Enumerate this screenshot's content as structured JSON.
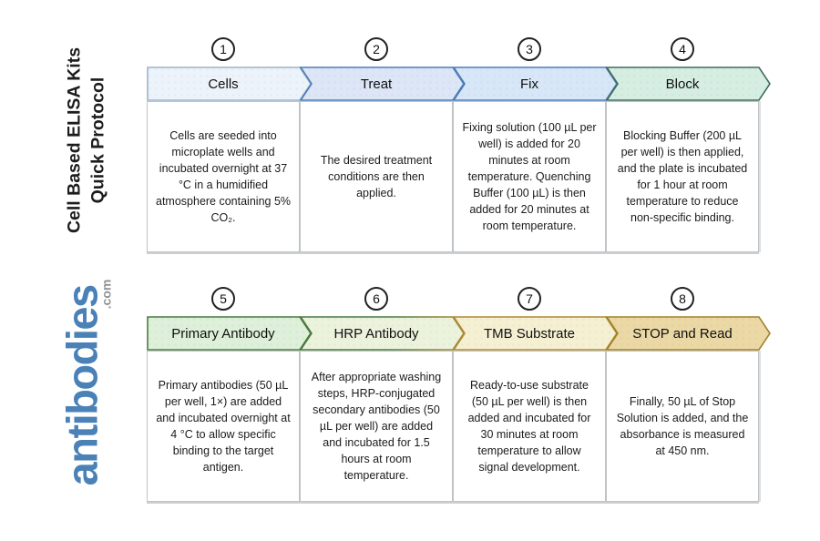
{
  "sidebar": {
    "title_line1": "Cell Based ELISA Kits",
    "title_line2": "Quick Protocol",
    "logo_text": "antibodies",
    "logo_suffix": ".com",
    "logo_color": "#4a81b6",
    "logo_suffix_color": "#8f9396",
    "title_color": "#1d1d1d"
  },
  "steps": [
    {
      "number": "1",
      "label": "Cells",
      "description": "Cells are seeded into microplate wells and incubated overnight at 37 °C in a humidified atmosphere containing 5% CO₂.",
      "fill": "#edf3fa",
      "border": "#9db3cc"
    },
    {
      "number": "2",
      "label": "Treat",
      "description": "The desired treatment conditions are then applied.",
      "fill": "#dde6f6",
      "border": "#4d7db8"
    },
    {
      "number": "3",
      "label": "Fix",
      "description": "Fixing solution (100 µL per well) is added for 20 minutes at room temperature. Quenching Buffer (100 µL) is then added for 20 minutes at room temperature.",
      "fill": "#d8e7f8",
      "border": "#4d7db8"
    },
    {
      "number": "4",
      "label": "Block",
      "description": "Blocking Buffer (200 µL per well) is then applied, and the plate is incubated for 1 hour at room temperature to reduce non-specific binding.",
      "fill": "#d5eee1",
      "border": "#406b5d"
    },
    {
      "number": "5",
      "label": "Primary Antibody",
      "description": "Primary antibodies (50 µL per well, 1×) are added and incubated overnight at 4 °C to allow specific binding to the target antigen.",
      "fill": "#def0d9",
      "border": "#4a7a40"
    },
    {
      "number": "6",
      "label": "HRP Antibody",
      "description": "After appropriate washing steps, HRP-conjugated secondary antibodies (50 µL per well) are added and incubated for 1.5 hours at room temperature.",
      "fill": "#ecf3dc",
      "border": "#4a7a40",
      "border2": "#ac8a34"
    },
    {
      "number": "7",
      "label": "TMB Substrate",
      "description": "Ready-to-use substrate (50 µL per well) is then added and incubated for 30 minutes at room temperature to allow signal development.",
      "fill": "#f5f0d2",
      "border": "#ac8a34"
    },
    {
      "number": "8",
      "label": "STOP and Read",
      "description": "Finally, 50 µL of Stop Solution is added, and the absorbance is measured at 450 nm.",
      "fill": "#ebd8a5",
      "border": "#a3802c"
    }
  ]
}
